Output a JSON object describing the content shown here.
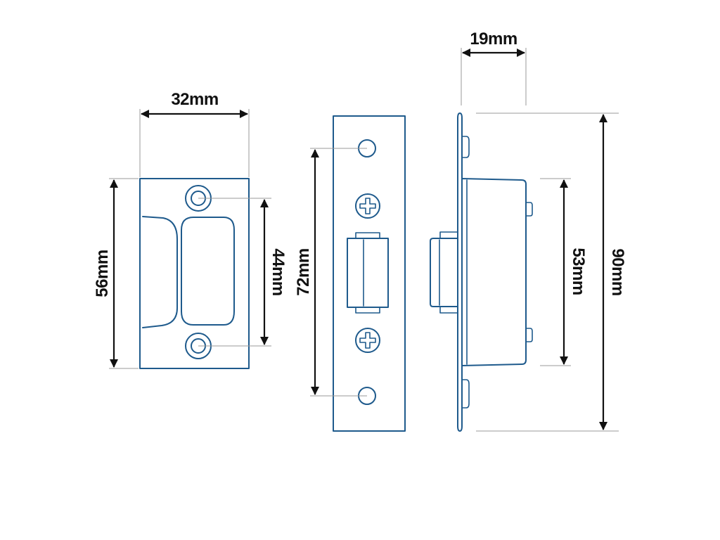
{
  "dimensions": {
    "strike_width": "32mm",
    "strike_height": "56mm",
    "strike_hole_spacing": "44mm",
    "faceplate_hole_spacing": "72mm",
    "side_depth": "19mm",
    "body_height": "53mm",
    "overall_height": "90mm"
  },
  "colors": {
    "outline": "#1e5a8c",
    "dimension": "#111111",
    "extension": "#9a9a9a"
  }
}
